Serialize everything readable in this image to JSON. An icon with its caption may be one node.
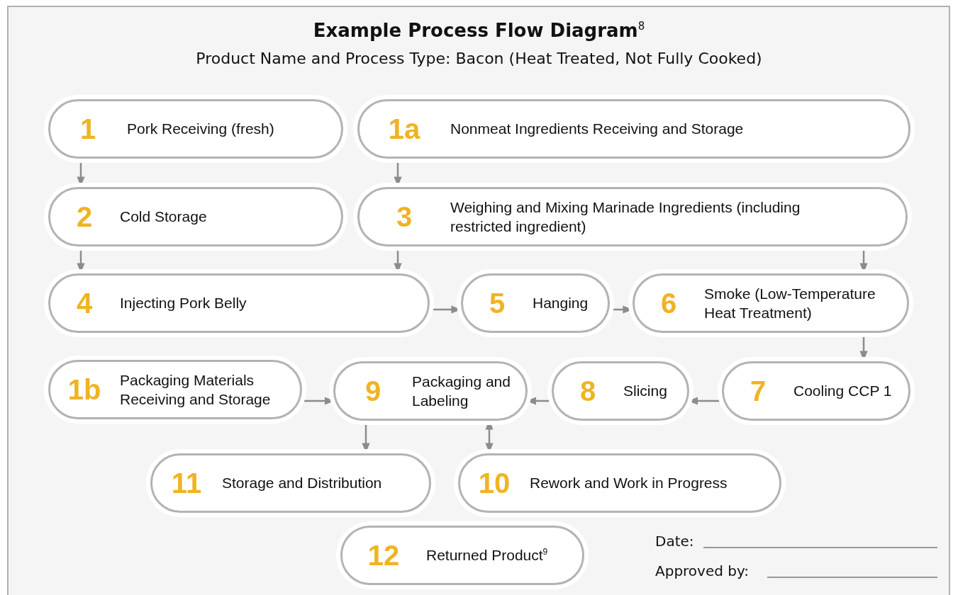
{
  "diagram": {
    "title": "Example Process Flow Diagram$^{8}$",
    "nodes": [
      {
        "text": [
          "1",
          "Pork Receiving (fresh)"
        ]
      },
      {
        "text": [
          "1a",
          "Nonmeat Ingredients Receiving and Storage"
        ]
      },
      {
        "text": [
          "2",
          "Cold Storage"
        ]
      },
      {
        "text": [
          "3",
          "Weighing and Mixing Marinade Ingredients (including restricted ingredient)"
        ]
      },
      {
        "text": [
          "4",
          "Injecting Pork Belly"
        ]
      },
      {
        "text": [
          "5",
          "Hanging"
        ]
      },
      {
        "text": [
          "6",
          "Smoke (Low-Temperature Heat Treatment)"
        ]
      },
      {
        "text": [
          "1b",
          "Packaging Materials Receiving and Storage"
        ]
      },
      {
        "text": [
          "9",
          "Packaging and Labeling"
        ]
      },
      {
        "text": [
          "8",
          "Slicing"
        ]
      },
      {
        "text": [
          "7",
          "Cooling CCP 1"
        ]
      },
      {
        "text": [
          "11",
          "Storage and Distribution"
        ]
      },
      {
        "text": [
          "10",
          "Rework and Work in Progress"
        ]
      },
      {
        "text": [
          "12",
          "Returned Product$^{9}$"
        ]
      }
    ],
    "edges": [
      {
        "from": 0,
        "to": 2,
        "arrow": "to"
      },
      {
        "from": 1,
        "to": 3,
        "arrow": "to"
      },
      {
        "from": 2,
        "to": 4,
        "arrow": "to"
      },
      {
        "from": 3,
        "to": 4,
        "arrow": "to"
      },
      {
        "from": 3,
        "to": 6,
        "arrow": "to"
      },
      {
        "from": 4,
        "to": 5,
        "arrow": "to"
      },
      {
        "from": 5,
        "to": 6,
        "arrow": "to"
      },
      {
        "from": 6,
        "to": 10,
        "arrow": "to"
      },
      {
        "from": 10,
        "to": 9,
        "arrow": "to"
      },
      {
        "from": 9,
        "to": 8,
        "arrow": "to"
      },
      {
        "from": 7,
        "to": 8,
        "arrow": "to"
      },
      {
        "from": 8,
        "to": 11,
        "arrow": "to"
      },
      {
        "from": 8,
        "to": 12,
        "arrow": "both"
      }
    ],
    "labels": [
      "Product Name and Process Type: Bacon (Heat Treated, Not Fully Cooked)",
      "Date:",
      "Approved by:"
    ]
  }
}
